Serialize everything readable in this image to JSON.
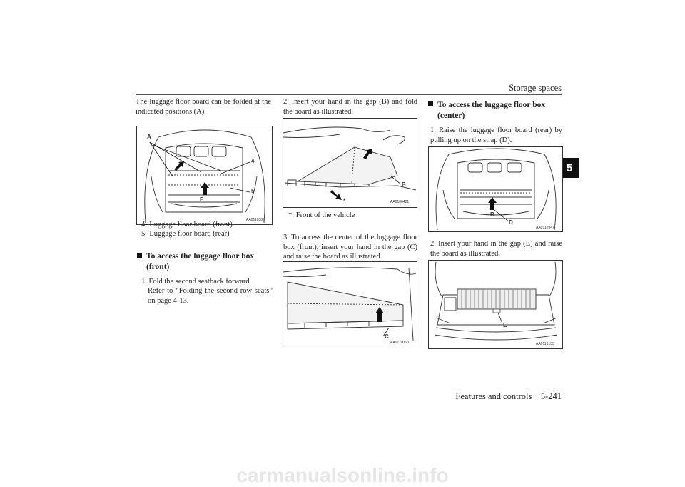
{
  "header": {
    "section": "Storage spaces",
    "page": "Features and controls    5-241"
  },
  "tab": "5",
  "col1": {
    "intro": "The luggage floor board can be folded at the indicated positions (A).",
    "fig1_code": "AA0110389",
    "fig1_labels": [
      "A",
      "4",
      "5",
      "E"
    ],
    "legend": [
      "4- Luggage floor board (front)",
      "5- Luggage floor board (rear)"
    ],
    "heading1_l1": "To access the luggage floor box",
    "heading1_l2": "(front)",
    "step1": "1. Fold the second seatback forward.",
    "step1_ref": "Refer to “Folding the second row seats” on page 4-13."
  },
  "col2": {
    "step2": "2. Insert your hand in the gap (B) and fold the board as illustrated.",
    "fig2_code": "AA0106421",
    "fig2_labels": [
      "B",
      "*"
    ],
    "footnote": "*: Front of the vehicle",
    "step3": "3. To access the center of the luggage floor box (front), insert your hand in the gap (C) and raise the board as illustrated.",
    "fig3_code": "AA0110060",
    "fig3_labels": [
      "C"
    ]
  },
  "col3": {
    "heading2_l1": "To access the luggage floor box",
    "heading2_l2": "(center)",
    "step1": "1. Raise the luggage floor board (rear) by pulling up on the strap (D).",
    "fig4_code": "AA0112947",
    "fig4_labels": [
      "B",
      "D"
    ],
    "step2": "2. Insert your hand in the gap (E) and raise the board as illustrated.",
    "fig5_code": "AA0113133",
    "fig5_labels": [
      "E"
    ]
  },
  "watermark": "carmanualsonline.info"
}
